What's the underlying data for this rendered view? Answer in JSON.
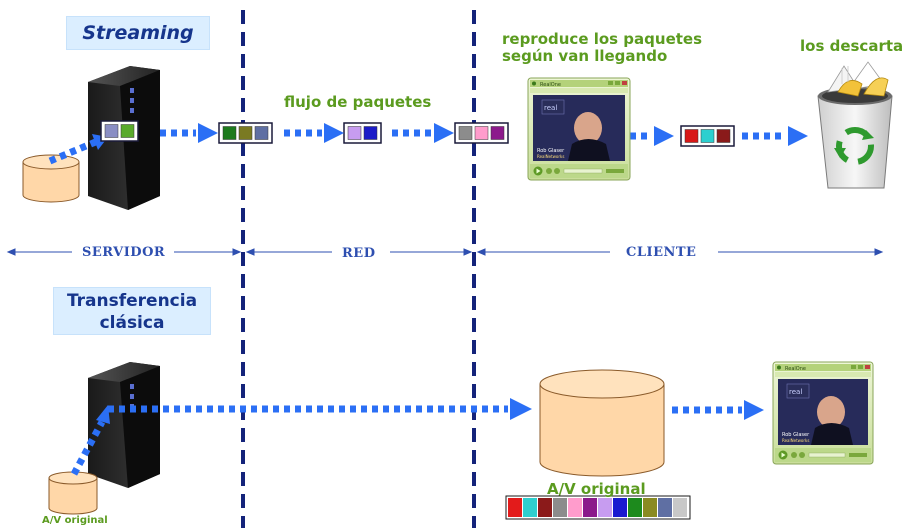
{
  "streaming": {
    "title": "Streaming",
    "flow_label": "flujo de paquetes",
    "play_label_line1": "reproduce los paquetes",
    "play_label_line2": "según van llegando",
    "discard_label": "los descarta",
    "packets": [
      [
        "#8a8ec4",
        "#5aaa2d"
      ],
      [
        "#1d7a1d",
        "#7a7a22",
        "#5f6fa3"
      ],
      [
        "#c79cf0",
        "#1c1cc8"
      ],
      [
        "#8c8c8c",
        "#ff9ccc",
        "#8c1a8c"
      ],
      [
        "#d81818",
        "#2ccfcf",
        "#8a1a1a"
      ]
    ]
  },
  "zones": {
    "server": "SERVIDOR",
    "network": "RED",
    "client": "CLIENTE"
  },
  "classic": {
    "title_line1": "Transferencia",
    "title_line2": "clásica",
    "source_label": "A/V original",
    "dest_label": "A/V original",
    "palette": [
      "#e31b1b",
      "#2fcfcf",
      "#8b1a1a",
      "#8c8c8c",
      "#ff9ccc",
      "#8b1a8b",
      "#c79cf0",
      "#1a1ad0",
      "#1d8a1d",
      "#8a8a22",
      "#5f6fa3",
      "#c8c8c8"
    ]
  },
  "player": {
    "name": "RealOne",
    "caption_line1": "Rob Glaser",
    "caption_line2": "RealNetworks"
  },
  "colors": {
    "arrow": "#2b6ff5",
    "divider": "#14237a",
    "cylinder": "#ffd7a8",
    "cylinder_stroke": "#8a5a2a"
  }
}
